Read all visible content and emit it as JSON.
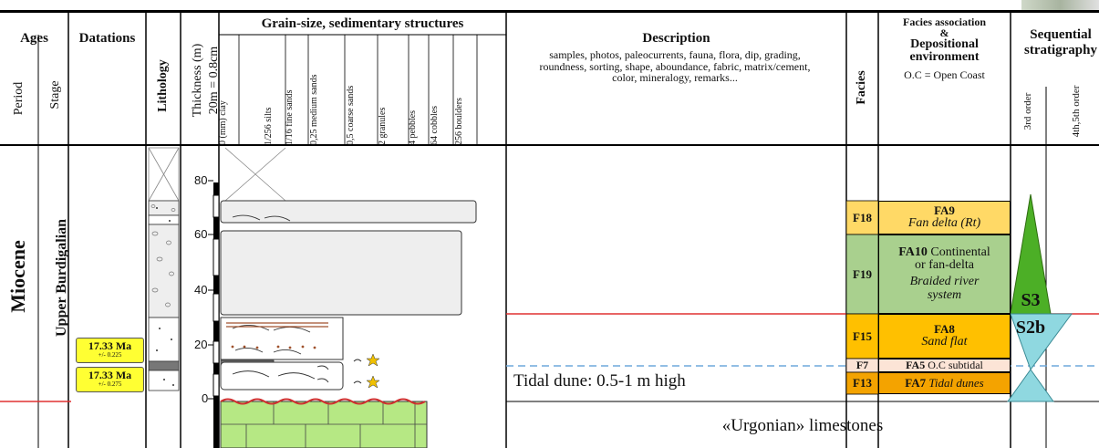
{
  "headers": {
    "ages": "Ages",
    "period": "Period",
    "stage": "Stage",
    "datations": "Datations",
    "lithology": "Lithology",
    "thickness_line1": "Thickness (m)",
    "thickness_line2": "20m = 0.8cm",
    "grain_size": "Grain-size, sedimentary structures",
    "description": "Description",
    "description_sub": "samples, photos, paleocurrents, fauna, flora, dip, grading, roundness, sorting, shape, aboundance, fabric, matrix/cement, color, mineralogy, remarks...",
    "facies": "Facies",
    "facies_assoc_line1": "Facies association",
    "facies_assoc_line2": "&",
    "facies_assoc_line3": "Depositional",
    "facies_assoc_line4": "environment",
    "facies_assoc_sub": "O.C = Open Coast",
    "sequential_line1": "Sequential",
    "sequential_line2": "stratigraphy",
    "order3": "3rd order",
    "order45": "4th,5th order"
  },
  "grain_size_scale": [
    {
      "num": "0 (mm)",
      "name": "clay"
    },
    {
      "num": "1/256",
      "name": "silts"
    },
    {
      "num": "1/16",
      "name": "fine sands"
    },
    {
      "num": "0,25",
      "name": "medium sands"
    },
    {
      "num": "0,5",
      "name": "coarse sands"
    },
    {
      "num": "2",
      "name": "granules"
    },
    {
      "num": "4",
      "name": "pebbles"
    },
    {
      "num": "64",
      "name": "cobbles"
    },
    {
      "num": "256",
      "name": "boulders"
    }
  ],
  "period": "Miocene",
  "stage": "Upper Burdigalian",
  "datations": [
    {
      "age": "17.33 Ma",
      "error": "+/- 0.225"
    },
    {
      "age": "17.33 Ma",
      "error": "+/- 0.275"
    }
  ],
  "thickness_ticks": [
    "80",
    "60",
    "40",
    "20",
    "0"
  ],
  "facies_codes": [
    "F18",
    "F19",
    "F15",
    "F7",
    "F13"
  ],
  "facies_associations": [
    {
      "code": "FA9",
      "env": "Fan delta (Rt)",
      "color": "#ffd966"
    },
    {
      "code": "FA10",
      "env_head": "Continental",
      "env_line2": "or fan-delta",
      "env_line3": "Braided river",
      "env_line4": "system",
      "color": "#a9d08e"
    },
    {
      "code": "FA8",
      "env": "Sand flat",
      "color": "#ffc000"
    },
    {
      "code": "FA5",
      "env": "O.C subtidal",
      "color": "#fce4d6"
    },
    {
      "code": "FA7",
      "env": "Tidal dunes",
      "color": "#f4a300"
    }
  ],
  "description_texts": {
    "tidal_dune": "Tidal dune: 0.5-1 m high",
    "urgonian": "«Urgonian» limestones"
  },
  "sequences": [
    {
      "label": "S3",
      "color": "#4caf26"
    },
    {
      "label": "S2b",
      "color": "#8fd8e0"
    }
  ],
  "colors": {
    "sequence_boundary": "#e03030",
    "dashed_boundary": "#6fa8dc",
    "limestone": "#b6e884",
    "conglomerate": "#eeeeee"
  }
}
